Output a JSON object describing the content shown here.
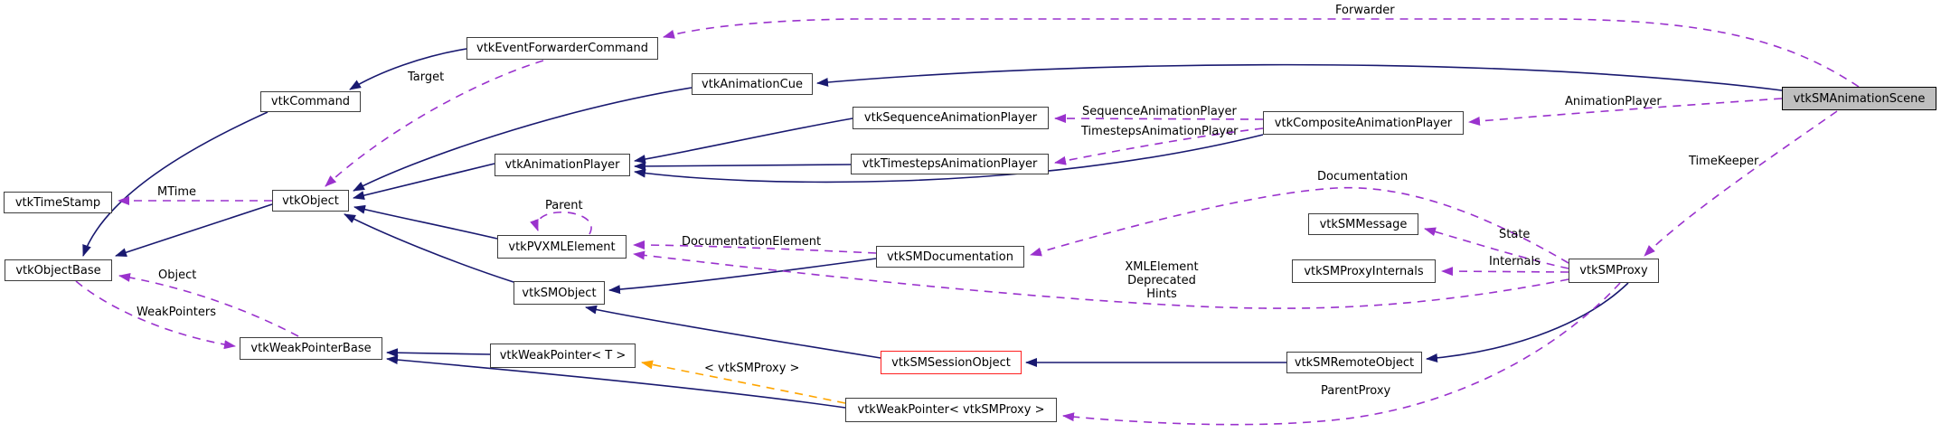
{
  "diagram": {
    "type": "doxygen-collaboration-graph",
    "current_class": "vtkSMAnimationScene",
    "colors": {
      "inheritance_edge": "#191970",
      "usage_edge": "#9a32cd",
      "template_edge": "#ffa500",
      "node_border": "#3d3d3d",
      "current_node_fill": "#bfbfbf",
      "truncated_node_border": "#ff2020",
      "background": "#ffffff",
      "text": "#000000"
    }
  },
  "nodes": [
    {
      "label": "vtkTimeStamp"
    },
    {
      "label": "vtkObjectBase"
    },
    {
      "label": "vtkCommand"
    },
    {
      "label": "vtkObject"
    },
    {
      "label": "vtkWeakPointerBase"
    },
    {
      "label": "vtkEventForwarderCommand"
    },
    {
      "label": "vtkAnimationCue"
    },
    {
      "label": "vtkAnimationPlayer"
    },
    {
      "label": "vtkPVXMLElement"
    },
    {
      "label": "vtkSMObject"
    },
    {
      "label": "vtkWeakPointer< T >"
    },
    {
      "label": "vtkSequenceAnimationPlayer"
    },
    {
      "label": "vtkTimestepsAnimationPlayer"
    },
    {
      "label": "vtkSMDocumentation"
    },
    {
      "label": "vtkSMSessionObject"
    },
    {
      "label": "vtkWeakPointer< vtkSMProxy >"
    },
    {
      "label": "vtkCompositeAnimationPlayer"
    },
    {
      "label": "vtkSMMessage"
    },
    {
      "label": "vtkSMProxyInternals"
    },
    {
      "label": "vtkSMRemoteObject"
    },
    {
      "label": "vtkSMProxy"
    },
    {
      "label": "vtkSMAnimationScene"
    }
  ],
  "edges": {
    "inheritance": [
      {
        "from": "vtkEventForwarderCommand",
        "to": "vtkCommand"
      },
      {
        "from": "vtkCommand",
        "to": "vtkObjectBase"
      },
      {
        "from": "vtkObject",
        "to": "vtkObjectBase"
      },
      {
        "from": "vtkAnimationCue",
        "to": "vtkObject"
      },
      {
        "from": "vtkAnimationPlayer",
        "to": "vtkObject"
      },
      {
        "from": "vtkPVXMLElement",
        "to": "vtkObject"
      },
      {
        "from": "vtkSMObject",
        "to": "vtkObject"
      },
      {
        "from": "vtkSMAnimationScene",
        "to": "vtkAnimationCue"
      },
      {
        "from": "vtkSequenceAnimationPlayer",
        "to": "vtkAnimationPlayer"
      },
      {
        "from": "vtkTimestepsAnimationPlayer",
        "to": "vtkAnimationPlayer"
      },
      {
        "from": "vtkCompositeAnimationPlayer",
        "to": "vtkAnimationPlayer"
      },
      {
        "from": "vtkSMDocumentation",
        "to": "vtkSMObject"
      },
      {
        "from": "vtkSMSessionObject",
        "to": "vtkSMObject"
      },
      {
        "from": "vtkSMRemoteObject",
        "to": "vtkSMSessionObject"
      },
      {
        "from": "vtkSMProxy",
        "to": "vtkSMRemoteObject"
      },
      {
        "from": "vtkWeakPointer< T >",
        "to": "vtkWeakPointerBase"
      },
      {
        "from": "vtkWeakPointer< vtkSMProxy >",
        "to": "vtkWeakPointerBase"
      }
    ],
    "usage": [
      {
        "from": "vtkSMAnimationScene",
        "to": "vtkEventForwarderCommand",
        "label": "Forwarder"
      },
      {
        "from": "vtkEventForwarderCommand",
        "to": "vtkObject",
        "label": "Target"
      },
      {
        "from": "vtkObject",
        "to": "vtkTimeStamp",
        "label": "MTime"
      },
      {
        "from": "vtkCompositeAnimationPlayer",
        "to": "vtkSequenceAnimationPlayer",
        "label": "SequenceAnimationPlayer"
      },
      {
        "from": "vtkCompositeAnimationPlayer",
        "to": "vtkTimestepsAnimationPlayer",
        "label": "TimestepsAnimationPlayer"
      },
      {
        "from": "vtkSMAnimationScene",
        "to": "vtkCompositeAnimationPlayer",
        "label": "AnimationPlayer"
      },
      {
        "from": "vtkSMAnimationScene",
        "to": "vtkSMProxy",
        "label": "TimeKeeper"
      },
      {
        "from": "vtkSMProxy",
        "to": "vtkSMDocumentation",
        "label": "Documentation"
      },
      {
        "from": "vtkSMProxy",
        "to": "vtkSMMessage",
        "label": "State"
      },
      {
        "from": "vtkSMProxy",
        "to": "vtkSMProxyInternals",
        "label": "Internals"
      },
      {
        "from": "vtkSMProxy",
        "to": "vtkPVXMLElement",
        "label": "XMLElement\nDeprecated\nHints"
      },
      {
        "from": "vtkSMDocumentation",
        "to": "vtkPVXMLElement",
        "label": "DocumentationElement"
      },
      {
        "from": "vtkPVXMLElement",
        "to": "vtkPVXMLElement",
        "label": "Parent"
      },
      {
        "from": "vtkWeakPointerBase",
        "to": "vtkObjectBase",
        "label": "Object"
      },
      {
        "from": "vtkObjectBase",
        "to": "vtkWeakPointerBase",
        "label": "WeakPointers"
      },
      {
        "from": "vtkSMProxy",
        "to": "vtkWeakPointer< vtkSMProxy >",
        "label": "ParentProxy"
      },
      {
        "from": "vtkWeakPointer< vtkSMProxy >",
        "to": "vtkWeakPointer< T >",
        "label": "< vtkSMProxy >"
      }
    ]
  }
}
